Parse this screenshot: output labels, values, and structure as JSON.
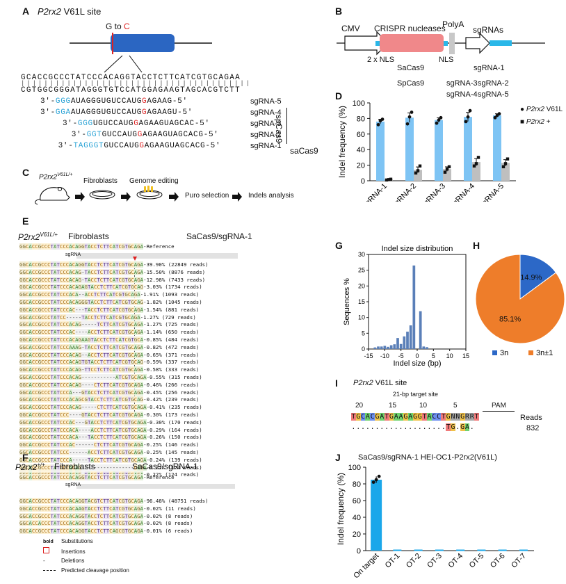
{
  "panelA": {
    "label": "A",
    "title_gene": "P2rx2",
    "title_rest": " V61L site",
    "mutation_pre": "G to ",
    "mutation_c": "C",
    "top_strand": "GCACCGCCCTATCCCACAGGTACCTCTTCATCGTGCAGAA",
    "bottom_strand": "CGTGGCGGGATAGGGTGTCCATGGAGAAGTAGCACGTCTT",
    "guides": [
      {
        "pre": "3'-",
        "blue": "GGG",
        "mid": "AUAGGGUGUCCAUG",
        "red": "G",
        "post": "AGAAG-5'",
        "name": "sgRNA-5"
      },
      {
        "pre": "3'-",
        "blue": "GGA",
        "mid": "AUAGGGUGUCCAUG",
        "red": "G",
        "post": "AGAAGU-5'",
        "name": "sgRNA-4"
      },
      {
        "pre": "3'-",
        "blue": "GGG",
        "mid": "UGUCCAUG",
        "red": "G",
        "post": "AGAAGUAGCAC-5'",
        "name": "sgRNA-3"
      },
      {
        "pre": "3'-",
        "blue": "GGT",
        "mid": "GUCCAUG",
        "red": "G",
        "post": "AGAAGUAGCACG-5'",
        "name": "sgRNA-2"
      },
      {
        "pre": "3'-",
        "blue": "TAGGGT",
        "mid": "GUCCAUG",
        "red": "G",
        "post": "AGAAGUAGCACG-5'",
        "name": "sgRNA-1"
      }
    ],
    "sp_label": "spCas9",
    "sa_label": "saCas9"
  },
  "panelB": {
    "label": "B",
    "cmv": "CMV",
    "crispr": "CRISPR  nucleases",
    "polya": "PolyA",
    "sgrnas": "sgRNAs",
    "nls2": "2 x NLS",
    "nls": "NLS",
    "row1": [
      "SaCas9",
      "sgRNA-1"
    ],
    "row2": [
      "SpCas9",
      "sgRNA-3",
      "sgRNA-2"
    ],
    "row3": [
      "sgRNA-4",
      "sgRNA-5"
    ]
  },
  "panelC": {
    "label": "C",
    "mouse_gene": "P2rx2",
    "mouse_sup": "V61L/+",
    "steps": [
      "Fibroblasts",
      "Genome editing",
      "Puro selection",
      "Indels analysis"
    ]
  },
  "panelD": {
    "label": "D",
    "legend": [
      {
        "gene": "P2rx2",
        "rest": " V61L"
      },
      {
        "gene": "P2rx2",
        "rest": " +"
      }
    ],
    "chart_data": {
      "type": "bar",
      "ylabel": "Indel frequency (%)",
      "ylim": [
        0,
        100
      ],
      "yticks": [
        0,
        20,
        40,
        60,
        80,
        100
      ],
      "categories": [
        "sgRNA-1",
        "sgRNA-2",
        "sgRNA-3",
        "sgRNA-4",
        "sgRNA-5"
      ],
      "series": [
        {
          "name": "P2rx2 V61L",
          "color": "#7ec4f4",
          "values": [
            76,
            81,
            78,
            82,
            84
          ],
          "points": [
            [
              72,
              77,
              79
            ],
            [
              73,
              82,
              88
            ],
            [
              74,
              78,
              81
            ],
            [
              76,
              82,
              90
            ],
            [
              81,
              84,
              86
            ]
          ]
        },
        {
          "name": "P2rx2 +",
          "color": "#bfbfbf",
          "values": [
            1.5,
            14,
            15,
            24,
            23
          ],
          "points": [
            [
              1,
              1.5,
              2
            ],
            [
              10,
              13,
              19
            ],
            [
              11,
              15,
              18
            ],
            [
              19,
              22,
              30
            ],
            [
              18,
              22,
              28
            ]
          ]
        }
      ]
    }
  },
  "panelE": {
    "label": "E",
    "gene": "P2rx2",
    "sup": "V61L/+",
    "cells": "Fibroblasts",
    "system": "SaCas9/sgRNA-1",
    "reference_seq": "GGCACCGCCCTATCCCACAGGTACCTCTTCATCGTGCAGA",
    "reference_label": "-Reference",
    "sgrna": "sgRNA",
    "rows": [
      {
        "seq": "GGCACCGCCCTATCCCACAGGTACCTCTTCATCGTGCAGA",
        "info": "-39.90% (22849 reads)"
      },
      {
        "seq": "GGCACCGCCCTATCCCACAG-TACCTCTTCATCGTGCAGA",
        "info": "-15.50% (8876 reads)"
      },
      {
        "seq": "GGCACCGCCCTATCCCACAG-TACCTCTTCATCGTGCAGA",
        "info": "-12.98% (7433 reads)"
      },
      {
        "seq": "GGCACCGCCCTATCCCACAGAGTACCTCTTCATCGTGCAG",
        "info": "-3.03% (1734 reads)"
      },
      {
        "seq": "GGCACCGCCCTATCCCACA--ACCTCTTCATCGTGCAGA",
        "info": "-1.91% (1093 reads)"
      },
      {
        "seq": "GGCACCGCCCTATCCCACAGGGTACCTCTTCATCGTGCAG",
        "info": "-1.82% (1045 reads)"
      },
      {
        "seq": "GGCACCGCCCTATCCCAC---TACCTCTTCATCGTGCAGA",
        "info": "-1.54% (881 reads)"
      },
      {
        "seq": "GGCACCGCCCTATCC-----TACCTCTTCATCGTGCAGA",
        "info": "-1.27% (729 reads)"
      },
      {
        "seq": "GGCACCGCCCTATCCCACAG-----TCTTCATCGTGCAGA",
        "info": "-1.27% (725 reads)"
      },
      {
        "seq": "GGCACCGCCCTATCCCAC----ACCTCTTCATCGTGCAGA",
        "info": "-1.14% (650 reads)"
      },
      {
        "seq": "GGCACCGCCCTATCCCACAGAAGTACCTCTTCATCGTGCA",
        "info": "-0.85% (484 reads)"
      },
      {
        "seq": "GGCACCGCCCTATCCCAAAG-TACCTCTTCATCGTGCAGA",
        "info": "-0.82% (472 reads)"
      },
      {
        "seq": "GGCACCGCCCTATCCCACAG--ACCTCTTCATCGTGCAGA",
        "info": "-0.65% (371 reads)"
      },
      {
        "seq": "GGCACCGCCCTATCCCACAGTGTACCTCTTCATCGTGCAG",
        "info": "-0.59% (337 reads)"
      },
      {
        "seq": "GGCACCGCCCTATCCCACAG-TTCCTCTTCATCGTGCAGA",
        "info": "-0.58% (333 reads)"
      },
      {
        "seq": "GGCACCGCCCTATCCCACAG-----------ATCGTGCAGA",
        "info": "-0.55% (315 reads)"
      },
      {
        "seq": "GGCACCGCCCTATCCCACAG----CTCTTCATCGTGCAGA",
        "info": "-0.46% (266 reads)"
      },
      {
        "seq": "GGCACCGCCCTATCCCA---GTACCTCTTCATCGTGCAGA",
        "info": "-0.45% (256 reads)"
      },
      {
        "seq": "GGCACCGCCCTATCCCACAGCGTACCTCTTCATCGTGCAG",
        "info": "-0.42% (239 reads)"
      },
      {
        "seq": "GGCACCGCCCTATCCCACAG-----CTCTTCATCGTGCAGA",
        "info": "-0.41% (235 reads)"
      },
      {
        "seq": "GGCACCGCCCTATCCC----GTACCTCTTCATCGTGCAGA",
        "info": "-0.30% (173 reads)"
      },
      {
        "seq": "GGCACCGCCCTATCCCAC---GTACCTCTTCATCGTGCAGA",
        "info": "-0.30% (170 reads)"
      },
      {
        "seq": "GGCACCGCCCTATCCCACA----ACCTCTTCATCGTGCAGA",
        "info": "-0.29% (164 reads)"
      },
      {
        "seq": "GGCACCGCCCTATCCCACA---TACCTCTTCATCGTGCAGA",
        "info": "-0.26% (150 reads)"
      },
      {
        "seq": "GGCACCGCCCTATCCCAC------CTCTTCATCGTGCAGA",
        "info": "-0.25% (146 reads)"
      },
      {
        "seq": "GGCACCGCCCTATCCC------ACCTCTTCATCGTGCAGA",
        "info": "-0.25% (145 reads)"
      },
      {
        "seq": "GGCACCGCCCTATCCCA-----TACCTCTTCATCGTGCAGA",
        "info": "-0.24% (139 reads)"
      },
      {
        "seq": "GGCACCGCCCTATCCCACAG-----------------CAGA",
        "info": "-0.22% (124 reads)"
      },
      {
        "seq": "GGCACCGCCCTATCCCACAG-TACCTCTTCATCGTGCAGA",
        "info": "-0.22% (124 reads)"
      }
    ]
  },
  "panelF": {
    "label": "F",
    "gene": "P2rx2",
    "sup": "+/+",
    "cells": "Fibroblasts",
    "system": "SaCas9/sgRNA-1",
    "reference_seq": "GGCACCGCCCTATCCCACAGGTACCTCTTCATCGTGCAGA",
    "reference_label": "-Reference",
    "sgrna": "sgRNA",
    "rows": [
      {
        "seq": "GGCACCGCCCTATCCCACAGGTACGTCTTCATCGTGCAGA",
        "info": "-96.48% (48751 reads)"
      },
      {
        "seq": "GGCACCGCCCTATCCCACAAGTACCTCTTCATCGTGCAGA",
        "info": "-0.02% (11 reads)"
      },
      {
        "seq": "GGCACCGCCCTATCCCACAGGTACCTCTTCATCGTGCAGA",
        "info": "-0.02% (8 reads)"
      },
      {
        "seq": "GGCACCACCCTATCCCACAGGTACCTCTTCATCGTGCAGA",
        "info": "-0.02% (8 reads)"
      },
      {
        "seq": "GGCACCGCCCTATCCCACAGGTACCTCTTCAGCGTGCAGA",
        "info": "-0.01% (6 reads)"
      }
    ],
    "legend": [
      {
        "sym": "bold",
        "text": "Substitutions"
      },
      {
        "sym": "",
        "text": "Insertions"
      },
      {
        "sym": "-",
        "text": "Deletions"
      },
      {
        "sym": "",
        "text": "Predicted cleavage position"
      }
    ]
  },
  "panelG": {
    "label": "G",
    "chart_data": {
      "type": "bar",
      "title": "Indel size distribution",
      "xlabel": "Indel size (bp)",
      "ylabel": "Sequences %",
      "xlim": [
        -15,
        15
      ],
      "ylim": [
        0,
        30
      ],
      "xticks": [
        -15,
        -10,
        -5,
        0,
        5,
        10,
        15
      ],
      "yticks": [
        0,
        5,
        10,
        15,
        20,
        25,
        30
      ],
      "x": [
        -13,
        -12,
        -11,
        -10,
        -9,
        -8,
        -7,
        -6,
        -5,
        -4,
        -3,
        -2,
        -1,
        0,
        1,
        2,
        3
      ],
      "values": [
        0.5,
        0.8,
        0.8,
        1.0,
        0.7,
        1.2,
        1.5,
        3.5,
        1.6,
        4.0,
        5.5,
        7.5,
        26.5,
        0,
        12.0,
        0.8,
        0.6
      ],
      "color": "#5a7fb8"
    }
  },
  "panelH": {
    "label": "H",
    "chart_data": {
      "type": "pie",
      "categories": [
        "3n",
        "3n±1"
      ],
      "values": [
        14.9,
        85.1
      ],
      "labels": [
        "14.9%",
        "85.1%"
      ],
      "colors": [
        "#2c68c7",
        "#ee7d2a"
      ]
    }
  },
  "panelI": {
    "label": "I",
    "gene": "P2rx2",
    "title_rest": " V61L site",
    "target_label": "21-bp target site",
    "positions": [
      "20",
      "15",
      "10",
      "5"
    ],
    "pam": "PAM",
    "seq": "TGCACGATGAAGAGGTACCTGNNGRRT",
    "reads_label": "Reads",
    "read_seq": "....................TG.GA.",
    "read_count": "832"
  },
  "panelJ": {
    "label": "J",
    "title": "SaCas9/sgRNA-1 HEI-OC1-P2rx2(V61L)",
    "chart_data": {
      "type": "bar",
      "ylabel": "Indel frequency (%)",
      "ylim": [
        0,
        100
      ],
      "yticks": [
        0,
        20,
        40,
        60,
        80,
        100
      ],
      "categories": [
        "On target",
        "OT-1",
        "OT-2",
        "OT-3",
        "OT-4",
        "OT-5",
        "OT-6",
        "OT-7"
      ],
      "values": [
        85,
        0,
        0,
        0,
        0,
        0,
        0,
        0
      ],
      "points": [
        [
          82,
          85,
          89
        ]
      ],
      "color": "#1aa7ea"
    }
  }
}
